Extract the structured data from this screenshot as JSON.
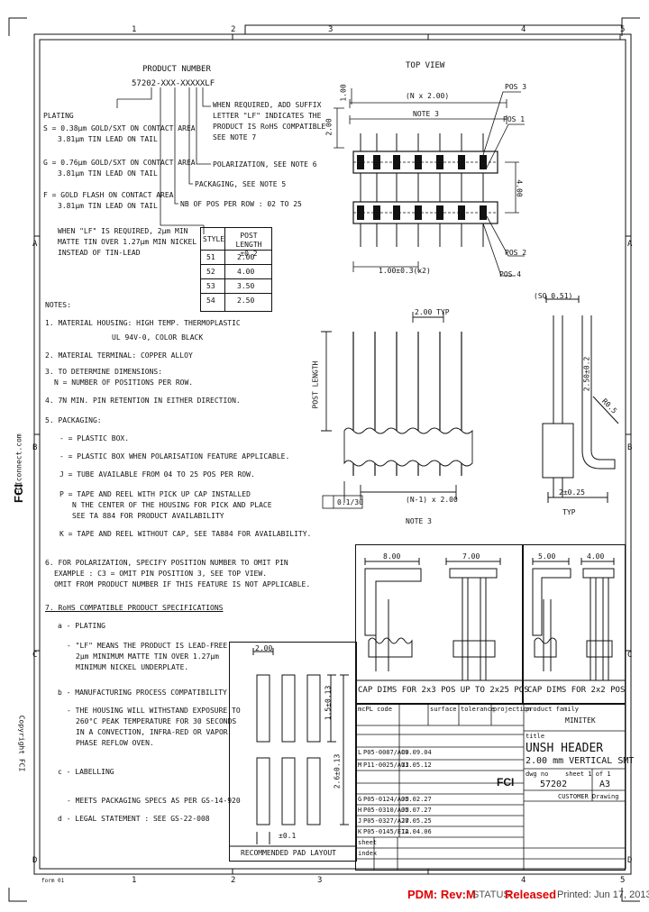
{
  "frame": {
    "col_numbers": [
      "1",
      "2",
      "3",
      "4",
      "5"
    ],
    "row_letters": [
      "A",
      "B",
      "C",
      "D"
    ]
  },
  "product_number": {
    "title": "PRODUCT NUMBER",
    "code": "57202-XXX-XXXXXLF",
    "suffix_note": [
      "WHEN REQUIRED, ADD SUFFIX",
      "LETTER \"LF\" INDICATES THE",
      "PRODUCT IS RoHS COMPATIBLE",
      "SEE NOTE 7"
    ],
    "polarization": "POLARIZATION, SEE NOTE 6",
    "packaging": "PACKAGING, SEE NOTE 5",
    "positions": "NB OF POS PER ROW : 02 TO 25",
    "plating_label": "PLATING",
    "plating": [
      [
        "S = 0.38μm GOLD/SXT ON CONTACT AREA",
        "3.81μm TIN LEAD ON TAIL"
      ],
      [
        "G = 0.76μm GOLD/SXT ON CONTACT AREA",
        "3.81μm TIN LEAD ON TAIL"
      ],
      [
        "F = GOLD FLASH ON CONTACT AREA",
        "3.81μm TIN LEAD ON TAIL"
      ]
    ],
    "lf_note": [
      "WHEN \"LF\" IS REQUIRED, 2μm MIN",
      "MATTE TIN OVER 1.27μm MIN NICKEL",
      "INSTEAD OF TIN-LEAD"
    ]
  },
  "style_table": {
    "head": [
      "STYLE",
      "POST LENGTH ±0.2"
    ],
    "rows": [
      [
        "51",
        "2.00"
      ],
      [
        "52",
        "4.00"
      ],
      [
        "53",
        "3.50"
      ],
      [
        "54",
        "2.50"
      ]
    ]
  },
  "notes": {
    "title": "NOTES:",
    "n1": [
      "1. MATERIAL HOUSING: HIGH TEMP. THERMOPLASTIC",
      "UL 94V-0, COLOR BLACK"
    ],
    "n2": "2. MATERIAL TERMINAL: COPPER ALLOY",
    "n3": [
      "3. TO DETERMINE DIMENSIONS:",
      "N = NUMBER OF POSITIONS PER ROW."
    ],
    "n4": "4. 7N MIN. PIN RETENTION IN EITHER DIRECTION.",
    "n5": "5. PACKAGING:",
    "pk1": "- = PLASTIC BOX.",
    "pk2": "- = PLASTIC BOX WHEN POLARISATION FEATURE APPLICABLE.",
    "pk3": "J = TUBE AVAILABLE FROM 04 TO 25 POS PER ROW.",
    "pk4": [
      "P = TAPE AND REEL WITH PICK UP CAP INSTALLED",
      "N THE CENTER OF THE HOUSING FOR PICK AND PLACE",
      "SEE TA 884 FOR PRODUCT AVAILABILITY"
    ],
    "pk5": "K = TAPE AND REEL WITHOUT CAP, SEE TA884 FOR AVAILABILITY.",
    "n6": [
      "6. FOR POLARIZATION, SPECIFY POSITION NUMBER TO OMIT PIN",
      "EXAMPLE : C3 = OMIT PIN POSITION 3, SEE TOP VIEW.",
      "OMIT FROM PRODUCT NUMBER IF THIS FEATURE IS NOT APPLICABLE."
    ],
    "n7": "7. RoHS COMPATIBLE PRODUCT SPECIFICATIONS",
    "a_label": "a - PLATING",
    "a_text": [
      "- \"LF\" MEANS THE PRODUCT IS LEAD-FREE,",
      "2μm MINIMUM MATTE TIN OVER 1.27μm",
      "MINIMUM NICKEL UNDERPLATE."
    ],
    "b_label": "b - MANUFACTURING PROCESS COMPATIBILITY",
    "b_text": [
      "- THE HOUSING WILL WITHSTAND EXPOSURE TO",
      "260°C PEAK TEMPERATURE FOR 30 SECONDS",
      "IN A CONVECTION, INFRA-RED OR VAPOR",
      "PHASE REFLOW OVEN."
    ],
    "c_label": "c - LABELLING",
    "c_text": "- MEETS PACKAGING SPECS AS PER GS-14-920",
    "d_label": "d - LEGAL STATEMENT : SEE GS-22-008"
  },
  "top_view": {
    "title": "TOP VIEW",
    "n_x": "(N x 2.00)",
    "note3": "NOTE 3",
    "pos3": "POS 3",
    "pos1": "POS 1",
    "pos2": "POS 2",
    "pos4": "POS 4",
    "dim_100": "1.00",
    "dim_200": "2.00",
    "dim_400": "4.00",
    "dim_tol": "1.00±0.3(x2)"
  },
  "side_view": {
    "typ": "2.00 TYP",
    "post_length": "POST LENGTH",
    "n_minus": "(N-1) x 2.00",
    "note3": "NOTE 3",
    "flat": "0.1/30"
  },
  "end_view": {
    "sq": "(SQ 0.51)",
    "height": "2.50±0.2",
    "r": "R0.5",
    "pitch": "2±0.25",
    "typ": "TYP"
  },
  "pad_layout": {
    "top": "2.00",
    "h1": "1.5±0.13",
    "h2": "2.6±0.13",
    "w": "±0.1",
    "caption": "RECOMMENDED PAD LAYOUT"
  },
  "cap": {
    "d1": "8.00",
    "d2": "7.00",
    "caption1": "CAP DIMS FOR 2x3 POS UP TO 2x25 POS",
    "d3": "5.00",
    "d4": "4.00",
    "caption2": "CAP DIMS FOR 2x2 POS"
  },
  "title_block": {
    "mcpl_code": "mcPL code",
    "surface": "surface",
    "tolerance": "tolerance",
    "projection": "projection",
    "product_family_label": "product family",
    "product_family": "MINITEK",
    "title_label": "title",
    "title1": "UNSH HEADER",
    "title2": "2.00 mm VERTICAL SMT",
    "dwg_label": "dwg no",
    "dwg": "57202",
    "sheet": "sheet 1 of 1",
    "size": "A3",
    "customer": "CUSTOMER Drawing",
    "fci": "FCI",
    "revisions": [
      [
        "L",
        "P05-0087/AC0",
        "09.09.04"
      ],
      [
        "M",
        "P11-0025/AUJ",
        "11.05.12"
      ],
      [
        "G",
        "P05-0124/AJU",
        "05.02.27"
      ],
      [
        "H",
        "P05-0310/AJU",
        "05.07.27"
      ],
      [
        "J",
        "P05-0327/AJU",
        "27.05.25"
      ],
      [
        "K",
        "P05-0145/EIA",
        "12.04.06"
      ]
    ],
    "sheet_label": "sheet",
    "index_label": "index"
  },
  "side_text": {
    "fci": "FCI",
    "web": "FCIconnect.com",
    "copyright": "Copyright FCI"
  },
  "footer": {
    "pdm": "PDM: Rev:M",
    "status": "STATUS:",
    "status_val": "Released",
    "printed": "Printed: Jun 17, 2013",
    "form": "form 01"
  }
}
